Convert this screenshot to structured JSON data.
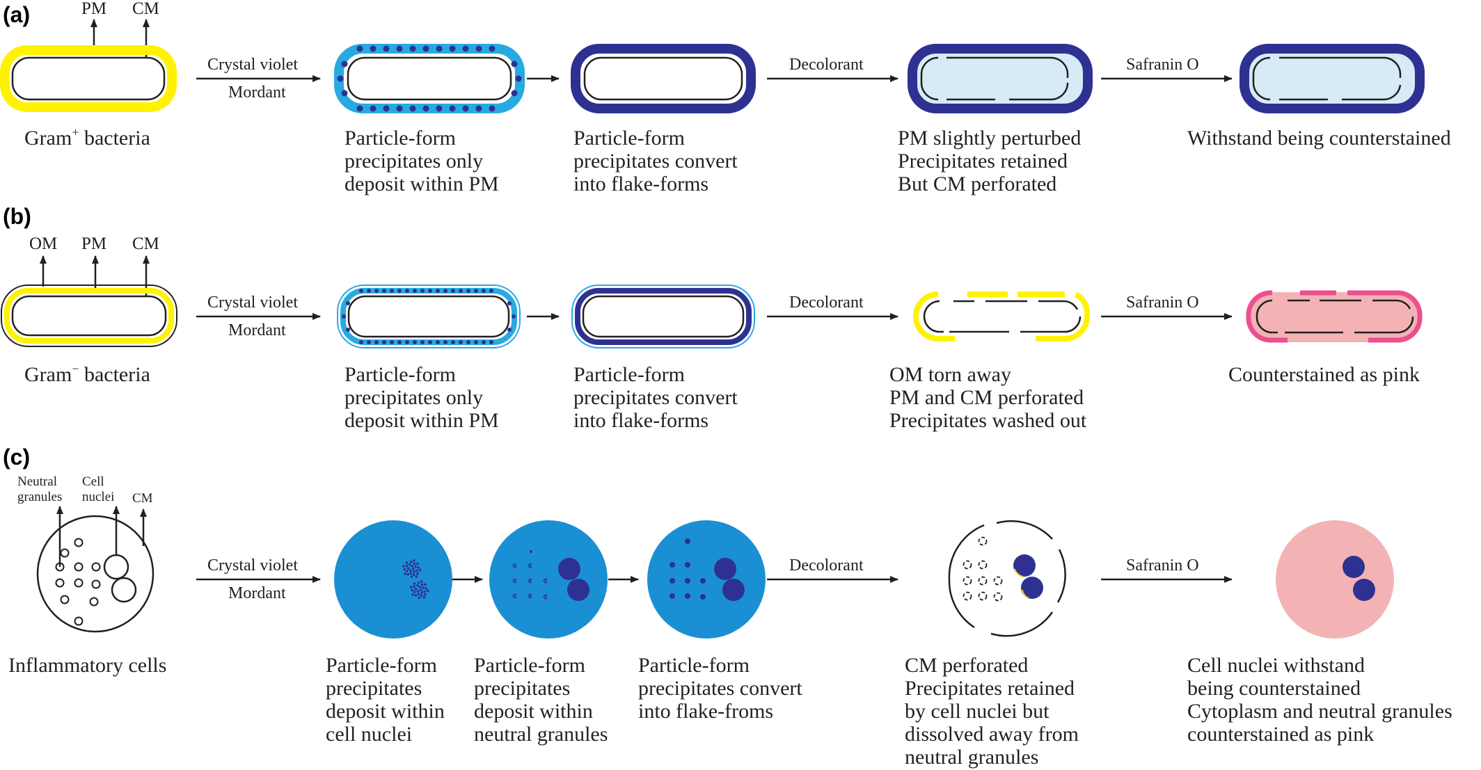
{
  "panels": {
    "a": {
      "label": "(a)",
      "membrane_labels": [
        "PM",
        "CM"
      ],
      "start_caption_main": "Gram",
      "start_caption_sup": "+",
      "start_caption_rest": " bacteria",
      "arrows": {
        "crystal_violet": "Crystal violet",
        "mordant": "Mordant",
        "decolorant": "Decolorant",
        "safranin": "Safranin O"
      },
      "captions": [
        [
          "Particle-form",
          "precipitates only",
          "deposit within PM"
        ],
        [
          "Particle-form",
          "precipitates convert",
          "into flake-forms"
        ],
        [
          "PM slightly perturbed",
          "Precipitates retained",
          "But CM perforated"
        ],
        [
          "Withstand being counterstained"
        ]
      ]
    },
    "b": {
      "label": "(b)",
      "membrane_labels": [
        "OM",
        "PM",
        "CM"
      ],
      "start_caption_main": "Gram",
      "start_caption_sup": "−",
      "start_caption_rest": " bacteria",
      "arrows": {
        "crystal_violet": "Crystal violet",
        "mordant": "Mordant",
        "decolorant": "Decolorant",
        "safranin": "Safranin O"
      },
      "captions": [
        [
          "Particle-form",
          "precipitates only",
          "deposit within PM"
        ],
        [
          "Particle-form",
          "precipitates convert",
          "into flake-forms"
        ],
        [
          "OM torn away",
          "PM and CM perforated",
          "Precipitates washed out"
        ],
        [
          "Counterstained as pink"
        ]
      ]
    },
    "c": {
      "label": "(c)",
      "part_labels": {
        "neutral": [
          "Neutral",
          "granules"
        ],
        "nuclei": [
          "Cell",
          "nuclei"
        ],
        "cm": "CM"
      },
      "start_caption": "Inflammatory cells",
      "arrows": {
        "crystal_violet": "Crystal violet",
        "mordant": "Mordant",
        "decolorant": "Decolorant",
        "safranin": "Safranin O"
      },
      "captions": [
        [
          "Particle-form",
          "precipitates",
          "deposit within",
          "cell nuclei"
        ],
        [
          "Particle-form",
          "precipitates",
          "deposit within",
          "neutral granules"
        ],
        [
          "Particle-form",
          "precipitates convert",
          "into flake-froms"
        ],
        [
          "CM perforated",
          "Precipitates retained",
          "by cell nuclei but",
          "dissolved away from",
          "neutral granules"
        ],
        [
          "Cell nuclei withstand",
          "being counterstained",
          "Cytoplasm and neutral granules",
          "counterstained as pink"
        ]
      ]
    }
  },
  "colors": {
    "yellow": "#fff200",
    "crystal_violet": "#2e3192",
    "light_blue": "#27aae1",
    "cytoplasm_blue": "#1b8fd4",
    "pale_blue": "#d6ebf5",
    "pink": "#f3b3b5",
    "pink_border": "#ec4f8f"
  }
}
